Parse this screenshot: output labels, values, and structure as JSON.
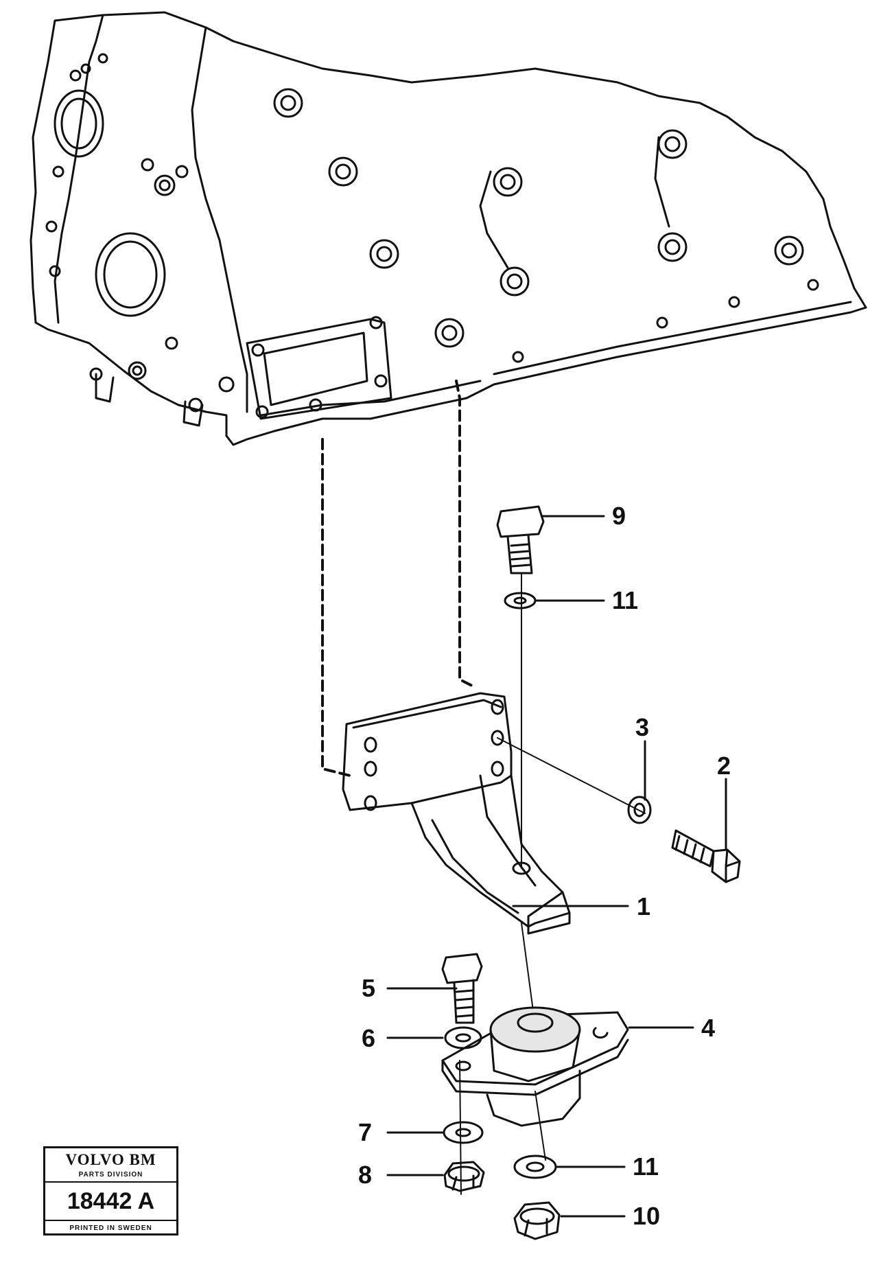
{
  "diagram": {
    "callouts": [
      {
        "id": "c9",
        "label": "9"
      },
      {
        "id": "c11a",
        "label": "11"
      },
      {
        "id": "c3",
        "label": "3"
      },
      {
        "id": "c2",
        "label": "2"
      },
      {
        "id": "c1",
        "label": "1"
      },
      {
        "id": "c5",
        "label": "5"
      },
      {
        "id": "c4",
        "label": "4"
      },
      {
        "id": "c6",
        "label": "6"
      },
      {
        "id": "c7",
        "label": "7"
      },
      {
        "id": "c11b",
        "label": "11"
      },
      {
        "id": "c8",
        "label": "8"
      },
      {
        "id": "c10",
        "label": "10"
      }
    ]
  },
  "stamp": {
    "brand": "VOLVO BM",
    "division": "PARTS DIVISION",
    "number": "18442 A",
    "printed": "PRINTED IN SWEDEN"
  }
}
